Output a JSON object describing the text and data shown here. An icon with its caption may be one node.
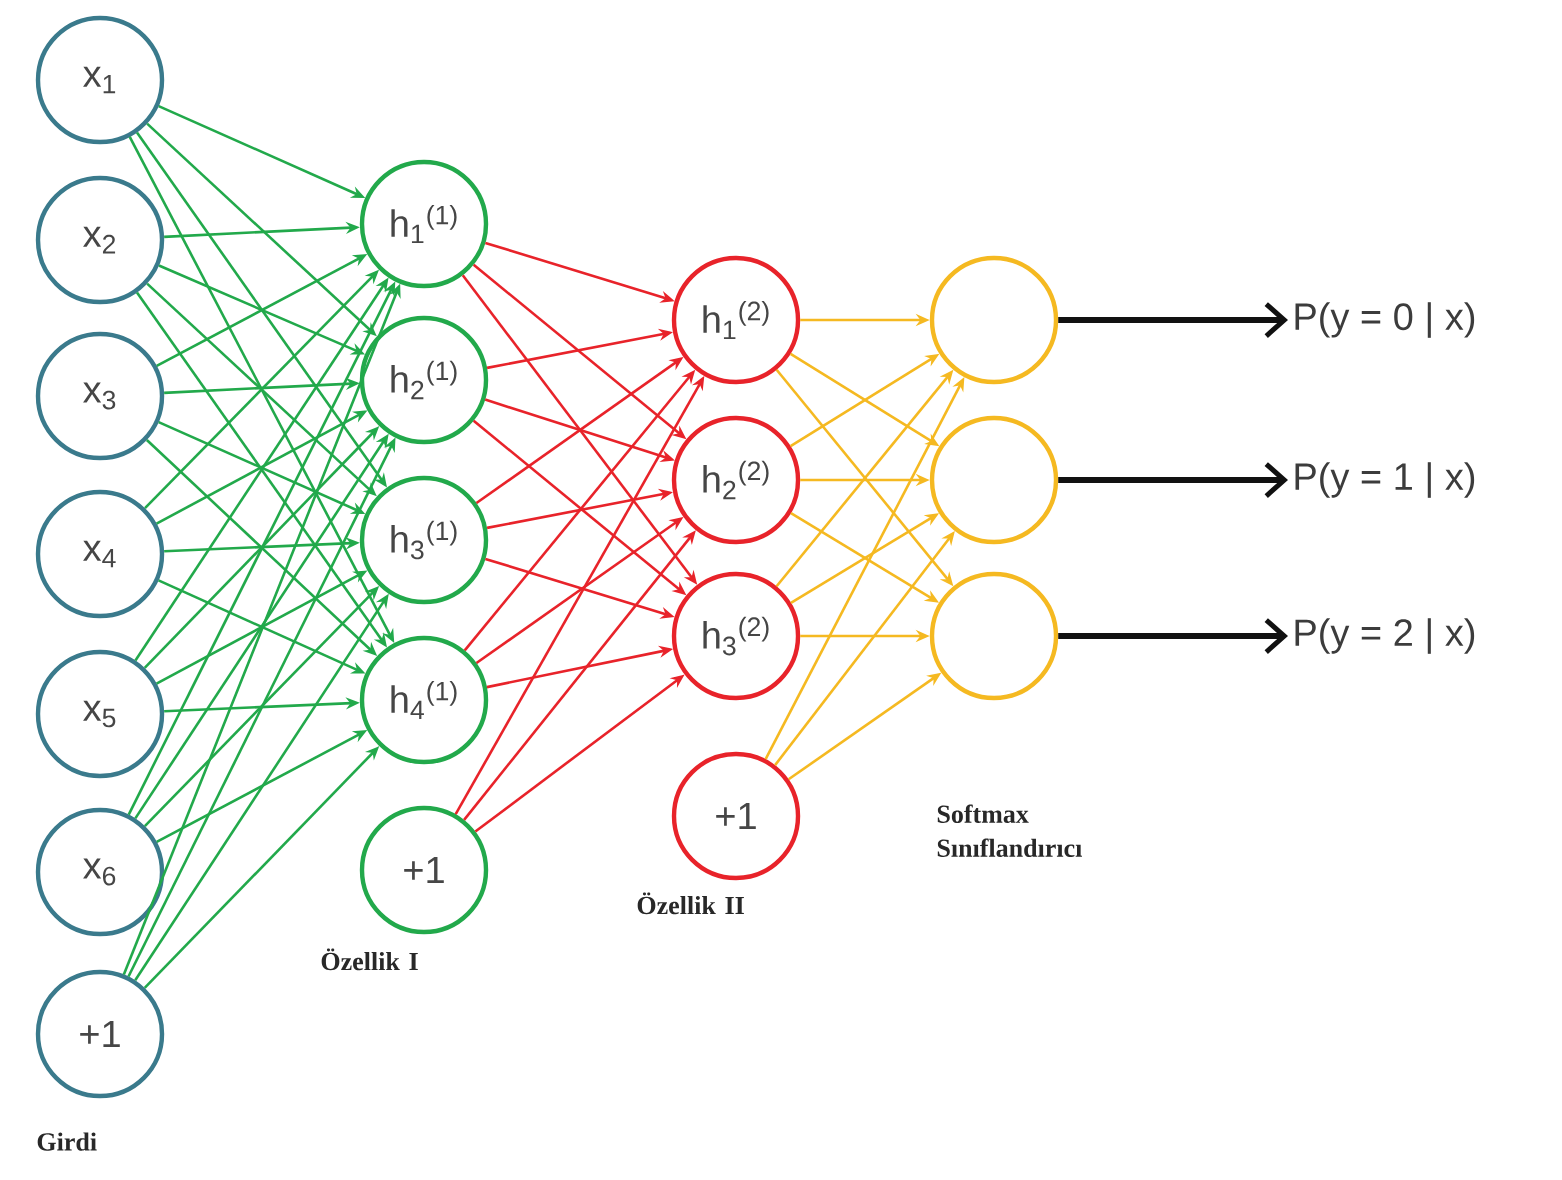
{
  "diagram": {
    "nodes": [
      {
        "text": [
          "x$_{1}$"
        ]
      },
      {
        "text": [
          "x$_{2}$"
        ]
      },
      {
        "text": [
          "x$_{3}$"
        ]
      },
      {
        "text": [
          "x$_{4}$"
        ]
      },
      {
        "text": [
          "x$_{5}$"
        ]
      },
      {
        "text": [
          "x$_{6}$"
        ]
      },
      {
        "text": [
          "+1"
        ]
      },
      {
        "text": [
          "h$_{1}$$^{(1)}$"
        ]
      },
      {
        "text": [
          "h$_{2}$$^{(1)}$"
        ]
      },
      {
        "text": [
          "h$_{3}$$^{(1)}$"
        ]
      },
      {
        "text": [
          "h$_{4}$$^{(1)}$"
        ]
      },
      {
        "text": [
          "+1"
        ]
      },
      {
        "text": [
          "h$_{1}$$^{(2)}$"
        ]
      },
      {
        "text": [
          "h$_{2}$$^{(2)}$"
        ]
      },
      {
        "text": [
          "h$_{3}$$^{(2)}$"
        ]
      },
      {
        "text": [
          "+1"
        ]
      },
      {
        "text": [],
        "shape": "circle"
      },
      {
        "text": [],
        "shape": "circle"
      },
      {
        "text": [],
        "shape": "circle"
      },
      {
        "text": [
          "P(y = 0 | x)"
        ]
      },
      {
        "text": [
          "P(y = 1 | x)"
        ]
      },
      {
        "text": [
          "P(y = 2 | x)"
        ]
      }
    ],
    "edges": [
      {
        "from": 0,
        "to": 7,
        "arrow": "to",
        "color": "#22a94b"
      },
      {
        "from": 0,
        "to": 8,
        "arrow": "to",
        "color": "#22a94b"
      },
      {
        "from": 0,
        "to": 9,
        "arrow": "to",
        "color": "#22a94b"
      },
      {
        "from": 0,
        "to": 10,
        "arrow": "to",
        "color": "#22a94b"
      },
      {
        "from": 1,
        "to": 7,
        "arrow": "to",
        "color": "#22a94b"
      },
      {
        "from": 1,
        "to": 8,
        "arrow": "to",
        "color": "#22a94b"
      },
      {
        "from": 1,
        "to": 9,
        "arrow": "to",
        "color": "#22a94b"
      },
      {
        "from": 1,
        "to": 10,
        "arrow": "to",
        "color": "#22a94b"
      },
      {
        "from": 2,
        "to": 7,
        "arrow": "to",
        "color": "#22a94b"
      },
      {
        "from": 2,
        "to": 8,
        "arrow": "to",
        "color": "#22a94b"
      },
      {
        "from": 2,
        "to": 9,
        "arrow": "to",
        "color": "#22a94b"
      },
      {
        "from": 2,
        "to": 10,
        "arrow": "to",
        "color": "#22a94b"
      },
      {
        "from": 3,
        "to": 7,
        "arrow": "to",
        "color": "#22a94b"
      },
      {
        "from": 3,
        "to": 8,
        "arrow": "to",
        "color": "#22a94b"
      },
      {
        "from": 3,
        "to": 9,
        "arrow": "to",
        "color": "#22a94b"
      },
      {
        "from": 3,
        "to": 10,
        "arrow": "to",
        "color": "#22a94b"
      },
      {
        "from": 4,
        "to": 7,
        "arrow": "to",
        "color": "#22a94b"
      },
      {
        "from": 4,
        "to": 8,
        "arrow": "to",
        "color": "#22a94b"
      },
      {
        "from": 4,
        "to": 9,
        "arrow": "to",
        "color": "#22a94b"
      },
      {
        "from": 4,
        "to": 10,
        "arrow": "to",
        "color": "#22a94b"
      },
      {
        "from": 5,
        "to": 7,
        "arrow": "to",
        "color": "#22a94b"
      },
      {
        "from": 5,
        "to": 8,
        "arrow": "to",
        "color": "#22a94b"
      },
      {
        "from": 5,
        "to": 9,
        "arrow": "to",
        "color": "#22a94b"
      },
      {
        "from": 5,
        "to": 10,
        "arrow": "to",
        "color": "#22a94b"
      },
      {
        "from": 6,
        "to": 7,
        "arrow": "to",
        "color": "#22a94b"
      },
      {
        "from": 6,
        "to": 8,
        "arrow": "to",
        "color": "#22a94b"
      },
      {
        "from": 6,
        "to": 9,
        "arrow": "to",
        "color": "#22a94b"
      },
      {
        "from": 6,
        "to": 10,
        "arrow": "to",
        "color": "#22a94b"
      },
      {
        "from": 7,
        "to": 12,
        "arrow": "to",
        "color": "#e8232a"
      },
      {
        "from": 7,
        "to": 13,
        "arrow": "to",
        "color": "#e8232a"
      },
      {
        "from": 7,
        "to": 14,
        "arrow": "to",
        "color": "#e8232a"
      },
      {
        "from": 8,
        "to": 12,
        "arrow": "to",
        "color": "#e8232a"
      },
      {
        "from": 8,
        "to": 13,
        "arrow": "to",
        "color": "#e8232a"
      },
      {
        "from": 8,
        "to": 14,
        "arrow": "to",
        "color": "#e8232a"
      },
      {
        "from": 9,
        "to": 12,
        "arrow": "to",
        "color": "#e8232a"
      },
      {
        "from": 9,
        "to": 13,
        "arrow": "to",
        "color": "#e8232a"
      },
      {
        "from": 9,
        "to": 14,
        "arrow": "to",
        "color": "#e8232a"
      },
      {
        "from": 10,
        "to": 12,
        "arrow": "to",
        "color": "#e8232a"
      },
      {
        "from": 10,
        "to": 13,
        "arrow": "to",
        "color": "#e8232a"
      },
      {
        "from": 10,
        "to": 14,
        "arrow": "to",
        "color": "#e8232a"
      },
      {
        "from": 11,
        "to": 12,
        "arrow": "to",
        "color": "#e8232a"
      },
      {
        "from": 11,
        "to": 13,
        "arrow": "to",
        "color": "#e8232a"
      },
      {
        "from": 11,
        "to": 14,
        "arrow": "to",
        "color": "#e8232a"
      },
      {
        "from": 12,
        "to": 16,
        "arrow": "to",
        "color": "#f5b921"
      },
      {
        "from": 12,
        "to": 17,
        "arrow": "to",
        "color": "#f5b921"
      },
      {
        "from": 12,
        "to": 18,
        "arrow": "to",
        "color": "#f5b921"
      },
      {
        "from": 13,
        "to": 16,
        "arrow": "to",
        "color": "#f5b921"
      },
      {
        "from": 13,
        "to": 17,
        "arrow": "to",
        "color": "#f5b921"
      },
      {
        "from": 13,
        "to": 18,
        "arrow": "to",
        "color": "#f5b921"
      },
      {
        "from": 14,
        "to": 16,
        "arrow": "to",
        "color": "#f5b921"
      },
      {
        "from": 14,
        "to": 17,
        "arrow": "to",
        "color": "#f5b921"
      },
      {
        "from": 14,
        "to": 18,
        "arrow": "to",
        "color": "#f5b921"
      },
      {
        "from": 15,
        "to": 16,
        "arrow": "to",
        "color": "#f5b921"
      },
      {
        "from": 15,
        "to": 17,
        "arrow": "to",
        "color": "#f5b921"
      },
      {
        "from": 15,
        "to": 18,
        "arrow": "to",
        "color": "#f5b921"
      },
      {
        "from": 16,
        "to": 19,
        "arrow": "to",
        "style": "thick",
        "color": "#111111"
      },
      {
        "from": 17,
        "to": 20,
        "arrow": "to",
        "style": "thick",
        "color": "#111111"
      },
      {
        "from": 18,
        "to": 21,
        "arrow": "to",
        "style": "thick",
        "color": "#111111"
      }
    ],
    "labels": [
      "Softmax Sınıflandırıcı",
      "Özellik II",
      "Özellik I",
      "Girdi"
    ]
  }
}
